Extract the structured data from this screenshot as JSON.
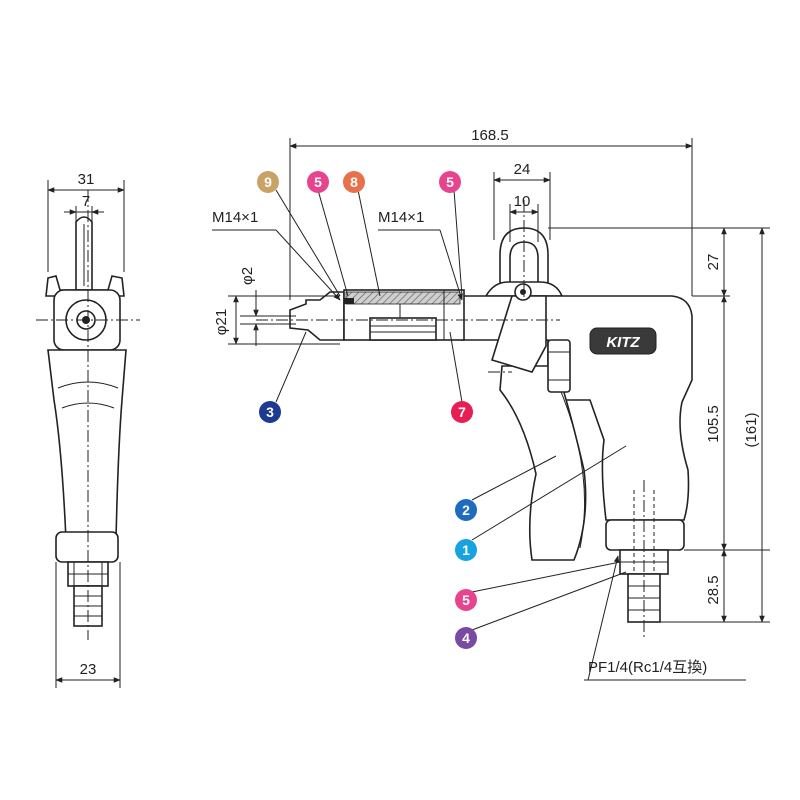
{
  "dimensions": {
    "overall_length": "168.5",
    "ring_outer": "24",
    "ring_inner": "10",
    "ring_height": "27",
    "grip_height": "105.5",
    "total_height": "(161)",
    "fitting_height": "28.5",
    "side_width": "31",
    "side_slot": "7",
    "side_base": "23",
    "thread_a": "M14×1",
    "thread_b": "M14×1",
    "bore": "φ2",
    "nozzle_dia": "φ21",
    "port": "PF1/4(Rc1/4互換)"
  },
  "logo": "KITZ",
  "parts": [
    {
      "num": "9",
      "color": "#c9a265"
    },
    {
      "num": "5",
      "color": "#e8448e"
    },
    {
      "num": "8",
      "color": "#e8704a"
    },
    {
      "num": "5",
      "color": "#e8448e"
    },
    {
      "num": "3",
      "color": "#1c3b91"
    },
    {
      "num": "7",
      "color": "#e61e53"
    },
    {
      "num": "2",
      "color": "#1f6cbf"
    },
    {
      "num": "1",
      "color": "#16a3e0"
    },
    {
      "num": "5",
      "color": "#e8448e"
    },
    {
      "num": "4",
      "color": "#7a4aa2"
    }
  ]
}
